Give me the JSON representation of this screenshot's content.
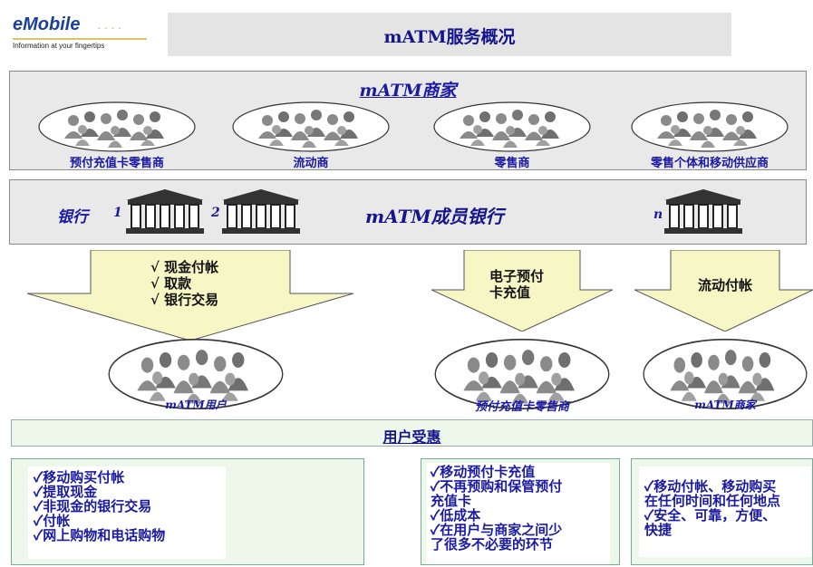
{
  "logo": {
    "name": "eMobile",
    "dots": "....",
    "tagline": "Information at your fingertips"
  },
  "header": {
    "title": "mATM服务概况"
  },
  "merchants": {
    "title": "mATM商家",
    "groups": [
      "预付充值卡零售商",
      "流动商",
      "零售商",
      "零售个体和移动供应商"
    ]
  },
  "banks": {
    "label": "银行",
    "numbers": [
      "1",
      "2",
      "n"
    ],
    "title": "mATM成员银行"
  },
  "flows": [
    {
      "lines": [
        "√ 现金付帐",
        "√ 取款",
        "√ 银行交易"
      ]
    },
    {
      "lines": [
        "电子预付",
        "卡充值"
      ]
    },
    {
      "lines": [
        "流动付帐"
      ]
    }
  ],
  "recipients": [
    "mATM用户",
    "预付充值卡零售商",
    "mATM商家"
  ],
  "benefits": {
    "title": "用户受惠",
    "columns": [
      [
        "✓移动购买付帐",
        "✓提取现金",
        "✓非现金的银行交易",
        "✓付帐",
        "✓网上购物和电话购物"
      ],
      [
        "✓移动预付卡充值",
        "✓不再预购和保管预付",
        "充值卡",
        "✓低成本",
        "✓在用户与商家之间少",
        "了很多不必要的环节"
      ],
      [
        "✓移动付帐、移动购买",
        "在任何时间和任何地点",
        "✓安全、可靠，方便、",
        "快捷"
      ]
    ]
  },
  "colors": {
    "text_blue": "#1a1aa0",
    "arrow_yellow": "#f7f7c6",
    "panel_gray": "#e9e9e9",
    "benefit_green": "#eef8ea"
  }
}
